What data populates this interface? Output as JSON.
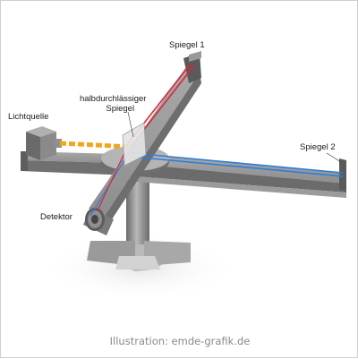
{
  "labels": {
    "spiegel1": "Spiegel 1",
    "halbdurch_line1": "halbdurchlässiger",
    "halbdurch_line2": "Spiegel",
    "lichtquelle": "Lichtquelle",
    "spiegel2": "Spiegel 2",
    "detektor": "Detektor"
  },
  "credit": "Illustration: emde-grafik.de",
  "colors": {
    "frame_bg": "#ffffff",
    "metal": "#8c8c8c",
    "metal_light": "#c2c2c2",
    "metal_dark": "#5e5e5e",
    "beam_red": "#d8263a",
    "beam_blue": "#2d7fd6",
    "beam_yellow": "#f2a51d"
  }
}
